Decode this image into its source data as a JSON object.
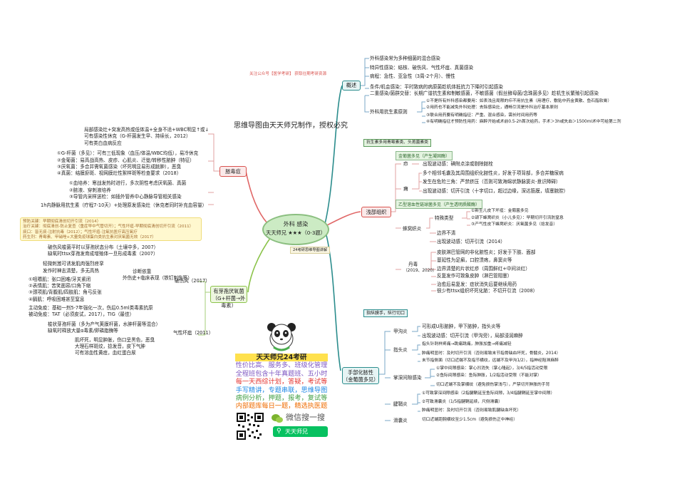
{
  "colors": {
    "teal": "#2a8c8c",
    "red": "#d9534f",
    "green": "#4caf50",
    "lime": "#8bc34a",
    "purple": "#7b5aa6",
    "centerFill": "#ccebc4",
    "promoTitle": "#e0a100"
  },
  "watermark": "关注公众号【医学考研】 获取往期考研资源",
  "subtitle": "思维导图由天天师兄制作，授权必究",
  "center": {
    "title": "外科 感染",
    "subtitle": "天天师兄 ★★★（0-3题）",
    "tag": "24考研思维导图讲解"
  },
  "overview": {
    "label": "概述",
    "items": [
      "外科感染常为多种细菌的混合感染",
      "特异性感染：结核、破伤风、气性坏疽、真菌感染",
      "病程：急性、亚急性（3周-2个月）、慢性",
      "条件/机会感染：平时致病的病原菌趁机体抵抗力下降时引起感染",
      "二重感染/菌群交替：长期广谱抗生素和制敏感菌，不敏感菌（假丝酵母菌/念珠菌多见）趁机生长繁殖引起感染"
    ],
    "principleLabel": "外科用抗生素原则",
    "principles": [
      "①不是所有外科感染都要用：如表浅且局限的疖不用抗生素（用理疗、敷贴中药金黄散、鱼石脂软膏）",
      "②用药也不能减免外科处理：去除感染灶，通畅引流是外科治疗基本原则",
      "③联合用药要有明确指征：严重、混合感染，需长时间用药等",
      "④有明确指征才预防性用药：麻醉开始或术前0.5-2h首次给药，手术＞3h或失血＞1500ml术中可给第二剂"
    ]
  },
  "shallow": {
    "label": "浅部组织",
    "banner": "抗生素多用青霉素类、头孢菌素类",
    "staphHeader": "金葡菌多见（产生凝固酶）",
    "furuncle": {
      "label": "疖",
      "items": [
        "出现波动感：碘附点涂或剔除脓栓"
      ]
    },
    "carbuncle": {
      "label": "痈",
      "items": [
        "多个相邻毛囊及其周围组织化脓性炎，好发于项背部，多合并糖尿病",
        "发生在危险三角：严禁挤压（否则可致海绵状静脉窦炎-意识障碍）",
        "出现波动感：切开引流（十字切口，超过边缘，深达筋膜，填塞脓腔）"
      ]
    },
    "streptHeader": "乙型溶血性链球菌多见（产生透明质酸酶）",
    "cellulitis": {
      "label": "蜂窝织炎",
      "special": "特殊类型",
      "sub": [
        "①新生儿皮下坏疽：金葡菌多见",
        "②颌下蜂窝织炎（小儿多见）：早期切开引流防窒息",
        "③产气性皮下蜂窝织炎：厌氧菌多见（捻发音）"
      ],
      "items": [
        "边界不清",
        "出现波动感：切开引流（2014）"
      ]
    },
    "erysipelas": {
      "label": "丹毒",
      "year": "（2019、2020）",
      "items": [
        "皮肤淋巴管网的非化脓性炎；好发于下肢、面部",
        "蔓延性为足癣，口腔溃疡，鼻窦炎等",
        "边界清楚的片状红疹（周围鲜红+中间淡红）",
        "反复发作可致象皮肿（淋巴管阻塞）",
        "治愈后易复发：症状消失后要继续用药",
        "很少有ttsx组织坏死化脓：不切开引流（2008）"
      ]
    }
  },
  "hand": {
    "label": "手部化脓性（金葡菌多见）",
    "banner": "指纵膜手，纵行切口",
    "paronychia": {
      "label": "甲沟炎",
      "items": [
        "可形成U形脓肿，甲下脓肿，指头炎等",
        "出现波动感：切开引流（甲沟旁），局部浸润麻醉"
      ]
    },
    "felon": {
      "label": "指头炎",
      "items": [
        "指头针刺样疼痛→跳痛跳痛，肿胀加重→疼痛减轻",
        "肿痛明显时：及时切开引流（否则易致末节指骨缺血坏死，骨髓炎，2014）",
        "末节指侧面（切口近端不及指节横纹，远端不及甲沟1/2），指神经阻滞麻醉"
      ]
    },
    "tenosynovitis": {
      "label": "掌深间隙感染",
      "items": [
        "①掌中间隙感染：掌心凹消失（掌心隆起），3/4/5指活动受限",
        "②鱼际间隙感染：鱼际肿胀，1/2指活动受限（不能对掌）",
        "切口近端不及掌横纹（避免损伤掌浅弓），严禁切开肿胀的手背"
      ]
    },
    "bursitis": {
      "label": "腱鞘炎",
      "items": [
        "①可致掌深间隙感染（2指腱鞘延至鱼际间隙，3/4指腱鞘延至掌中间隙）",
        "②可致滑囊炎（1/5指腱鞘延续，尺侧滑囊）",
        "肿痛明显时：及时切开引流（否则易致肌腱缺血坏死）"
      ]
    },
    "bursa": {
      "label": "滑囊炎",
      "items": [
        "切口近端距腕横纹至少1.5cm（避免损伤正中神经）"
      ]
    }
  },
  "sepsis": {
    "label": "脓毒症",
    "items": [
      "局部感染灶+突发高热或低体温+全身不适+WBC明显↑或↓",
      "可有感染性休克（G-杆菌发生早、持续长，2012）",
      "可有类白血病反应"
    ],
    "types": [
      "①G-杆菌（多见）：可有三低现象（血压/体温/WBC均低），易冷休克",
      "②金葡菌：易高战高热、皮疹、心肌炎、迁徙/转移性脓肿（特征）",
      "③厌氧菌：多合并需氧菌感染（坏死明显易形成脓肿），恶臭",
      "④真菌：结膜瘀斑、视网膜灶性絮样斑等检查要求（2018）"
    ],
    "treat": [
      "①血培养：寒战发热时进行，多次阴性考虑厌氧菌、真菌",
      "②脓液、穿刺液培养",
      "③导管内采样送检：如插外管养中心静脉导管相关感染"
    ],
    "foot": "1h内静脉用抗生素（疗程7-10天）+处理原发感染灶（休克者同时补充血容量）"
  },
  "special": {
    "label": "有芽孢厌氧菌（G+杆菌→外毒素）",
    "yellow": [
      "预防关键：早期彻底清创切开引流（2014）",
      "治疗关键：彻底清创-防止复查（重症早中气管切开）；气性坏疽-早期彻底清创切开引流（2011）",
      "痰口：皆无痰-注射抗毒（2012）；气性坏疽-注氧抗医疗高压氧疗",
      "药生剂：青霉素、甲硝唑+大量免疫球蛋白类抗生素对厌氧菌无效（2017）"
    ],
    "tetanus": {
      "label": "破伤风（2017）",
      "pre": [
        "破伤风梭菌平时以芽孢状态分布（土壤中多，2007）",
        "缺氧时ttsx芽孢发育成增殖体一旦形成毒素（2007）"
      ],
      "diag": [
        "轻微刺激可诱发肌肉强烈痉挛",
        "发作时神志清楚，多无高热"
      ],
      "diagLabel": "诊断依靠",
      "diagWay": "外伤史+临床表现（铁钉刺伤等）",
      "signs": [
        "①咀嚼肌：张口困难/牙关紧闭",
        "②表情肌：苦笑面容/口角下缩",
        "③颈项肌/背腹肌/四肢肌：角弓反张",
        "④膈肌：呼吸困难甚至窒息"
      ],
      "prevent": [
        "主动免疫：基础一剂5-7年强化一次，伤后0.5ml类毒素抗原",
        "被动免疫：TAT（必须皮试，2017），TIG（最佳）"
      ]
    },
    "gangrene": {
      "label": "气性坏疽（2011）",
      "items": [
        "梭状芽孢杆菌（多为产气荚膜杆菌，水肿杆菌等混合）",
        "缺氧时释放大量α毒素/卵磷脂酶等"
      ],
      "signs": [
        "肌坏死，明显肿胀，伤口呈黑色，恶臭",
        "大理石样斑纹，捻发音，皮下气肿",
        "可有溶血性黄疸，血红蛋白尿"
      ]
    }
  },
  "promo": {
    "title": "天天师兄24考研",
    "lines": [
      "性价比高、服务多、班级化管理",
      "全程班包含十年真题班、五小时",
      "每一天西综计划，答疑，考试等",
      "手写精讲，专题串联，思维导图",
      "病例分析，押题，报考，复试等",
      "内部题库每日一题，精选执医题"
    ],
    "colors": [
      "#7e57c2",
      "#7e57c2",
      "#e53935",
      "#1e88e5",
      "#43a047",
      "#ef6c00"
    ],
    "wechat": "微信搜一搜",
    "search": "天天师兄"
  }
}
